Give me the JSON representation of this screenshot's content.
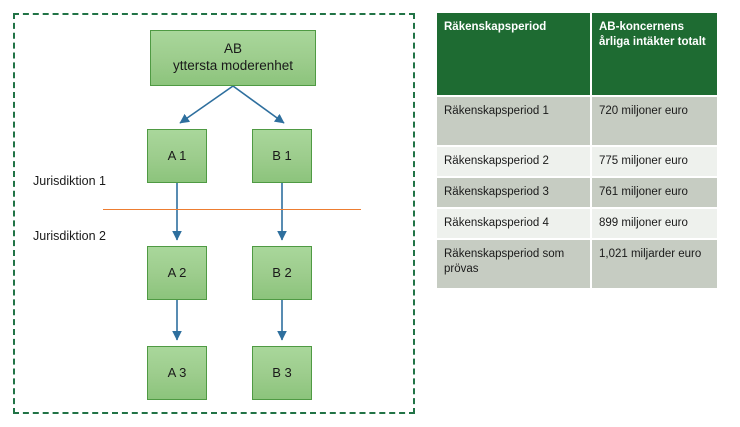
{
  "diagram": {
    "boundary_label": "group-boundary",
    "nodes": [
      {
        "id": "ab",
        "label": "AB\nyttersta moderenhet"
      },
      {
        "id": "a1",
        "label": "A 1"
      },
      {
        "id": "b1",
        "label": "B 1"
      },
      {
        "id": "a2",
        "label": "A 2"
      },
      {
        "id": "b2",
        "label": "B 2"
      },
      {
        "id": "a3",
        "label": "A 3"
      },
      {
        "id": "b3",
        "label": "B 3"
      }
    ],
    "jurisdictions": [
      {
        "id": "jur1",
        "label": "Jurisdiktion 1"
      },
      {
        "id": "jur2",
        "label": "Jurisdiktion 2"
      }
    ],
    "colors": {
      "node_fill_top": "#a9d79b",
      "node_fill_bottom": "#8cc47c",
      "node_border": "#4f9a43",
      "connector": "#2e6f9e",
      "boundary": "#217346",
      "jurisdiction_divider": "#ed7d31"
    }
  },
  "table": {
    "headers": [
      "Räkenskapsperiod",
      "AB-koncernens årliga intäkter totalt"
    ],
    "rows": [
      [
        "Räkenskapsperiod 1",
        "720 miljoner euro"
      ],
      [
        "Räkenskapsperiod 2",
        "775 miljoner euro"
      ],
      [
        "Räkenskapsperiod 3",
        "761 miljoner euro"
      ],
      [
        "Räkenskapsperiod 4",
        "899 miljoner euro"
      ],
      [
        "Räkenskapsperiod som prövas",
        "1,021 miljarder euro"
      ]
    ],
    "colors": {
      "header_bg": "#1e6b32",
      "header_text": "#ffffff",
      "row_dark": "#c6ccc2",
      "row_light": "#eef1ed"
    }
  }
}
